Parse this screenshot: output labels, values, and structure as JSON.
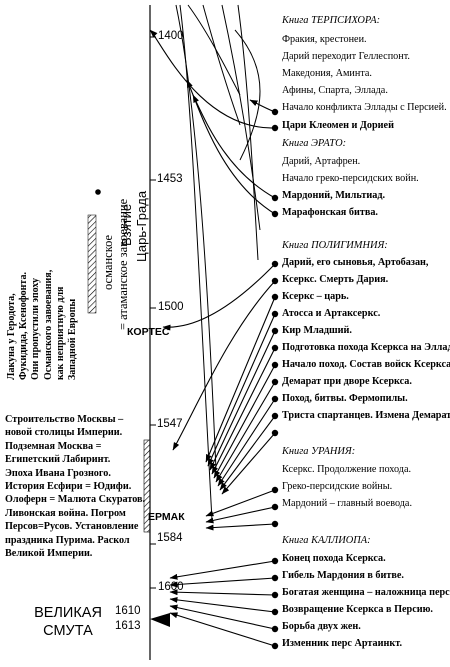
{
  "years": [
    "1400",
    "1453",
    "1500",
    "1547",
    "1584",
    "1600",
    "1610",
    "1613"
  ],
  "labels": {
    "kortes": "КОРТЕС",
    "ermak": "ЕРМАК"
  },
  "vertical": {
    "lacuna": [
      "Лакуна у Геродота,",
      "Фукидида, Ксенофонта.",
      "Они пропустили эпоху",
      "Османского завоевания,",
      "как неприятную для",
      "Западной Европы"
    ],
    "ottoman": [
      "османское",
      "= атаманское завоевание"
    ],
    "capture": [
      "Взятие",
      "Царь-Града"
    ]
  },
  "books": [
    {
      "header": "Книга ТЕРПСИХОРА:",
      "items": [
        {
          "text": "Фракия, крестонеи.",
          "bold": false
        },
        {
          "text": "Дарий переходит Геллеспонт.",
          "bold": false
        },
        {
          "text": "Македония, Аминта.",
          "bold": false
        },
        {
          "text": "Афины, Спарта, Эллада.",
          "bold": false
        },
        {
          "text": "Начало конфликта Эллады с Персией.",
          "bold": false
        },
        {
          "text": "Цари Клеомен и Дорией",
          "bold": true
        }
      ]
    },
    {
      "header": "Книга ЭРАТО:",
      "items": [
        {
          "text": "Дарий, Артафрен.",
          "bold": false
        },
        {
          "text": "Начало греко-персидских войн.",
          "bold": false
        },
        {
          "text": "Мардоний,  Мильтиад.",
          "bold": true
        },
        {
          "text": "Марафонская битва.",
          "bold": true
        }
      ]
    },
    {
      "header": "Книга ПОЛИГИМНИЯ:",
      "items": [
        {
          "text": "Дарий, его сыновья, Артобазан,",
          "bold": true
        },
        {
          "text": "Ксеркс. Смерть Дария.",
          "bold": true
        },
        {
          "text": "Ксеркс – царь.",
          "bold": true
        },
        {
          "text": "Атосса и Артаксеркс.",
          "bold": true
        },
        {
          "text": "Кир Младший.",
          "bold": true
        },
        {
          "text": "Подготовка похода Ксеркса на Элладу.",
          "bold": true
        },
        {
          "text": "Начало поход. Состав войск Ксеркса.",
          "bold": true
        },
        {
          "text": "Демарат при дворе Ксеркса.",
          "bold": true
        },
        {
          "text": "Поход, битвы. Фермопилы.",
          "bold": true
        },
        {
          "text": "Триста спартанцев. Измена Демарата",
          "bold": true
        }
      ]
    },
    {
      "header": "Книга УРАНИЯ:",
      "items": [
        {
          "text": "Ксеркс. Продолжение похода.",
          "bold": false
        },
        {
          "text": "Греко-персидские войны.",
          "bold": false
        },
        {
          "text": "Мардоний – главный воевода.",
          "bold": false
        }
      ]
    },
    {
      "header": "Книга КАЛЛИОПА:",
      "items": [
        {
          "text": "Конец похода Ксеркса.",
          "bold": true
        },
        {
          "text": "Гибель Мардония в битве.",
          "bold": true
        },
        {
          "text": "Богатая женщина – наложница перса.",
          "bold": true
        },
        {
          "text": "Возвращение Ксеркса в Персию.",
          "bold": true
        },
        {
          "text": "Борьба двух жен.",
          "bold": true
        },
        {
          "text": "Изменник перс Артаинкт.",
          "bold": true
        }
      ]
    }
  ],
  "left_note": [
    "Строительство Москвы –",
    "новой столицы Империи.",
    "Подземная Москва =",
    "Египетский Лабиринт.",
    "Эпоха Ивана Грозного.",
    "История Есфири = Юдифи.",
    "Олоферн = Малюта Скуратов.",
    "Ливонская война. Погром",
    "Персов=Русов. Установление",
    "праздника Пурима. Раскол",
    "Великой Империи."
  ],
  "smuta": [
    "ВЕЛИКАЯ",
    "СМУТА"
  ]
}
